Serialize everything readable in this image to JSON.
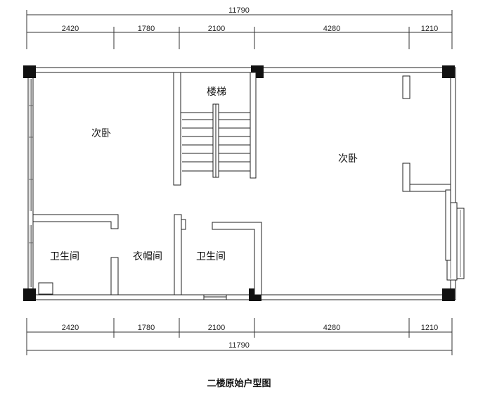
{
  "dimensions": {
    "top_total": "11790",
    "top_segments": [
      "2420",
      "1780",
      "2100",
      "4280",
      "1210"
    ],
    "bottom_segments": [
      "2420",
      "1780",
      "2100",
      "4280",
      "1210"
    ],
    "bottom_total": "11790"
  },
  "rooms": {
    "bedroom_left": "次卧",
    "stairs": "楼梯",
    "bedroom_right": "次卧",
    "bathroom_left": "卫生间",
    "cloakroom": "衣帽间",
    "bathroom_middle": "卫生间"
  },
  "caption": "二楼原始户型图"
}
